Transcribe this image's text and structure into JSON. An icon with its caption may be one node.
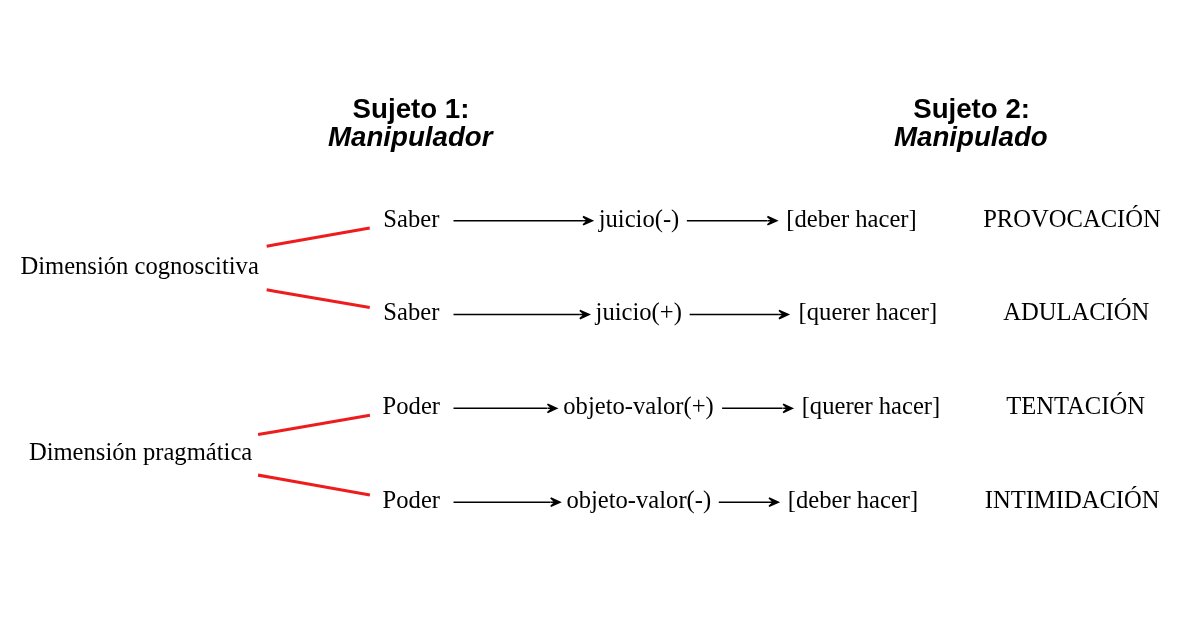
{
  "diagram": {
    "nodes": [
      {
        "text": [
          "Dimensión pragmática"
        ]
      },
      {
        "text": [
          "Poder"
        ]
      },
      {
        "text": [
          "objeto-valor(+)"
        ]
      },
      {
        "text": [
          "[querer hacer]"
        ],
        "beside": [
          "TENTACIÓN"
        ]
      },
      {
        "text": [
          "Poder"
        ]
      },
      {
        "text": [
          "objeto-valor(-)"
        ]
      },
      {
        "text": [
          "[deber hacer]"
        ],
        "beside": [
          "INTIMIDACIÓN"
        ]
      },
      {
        "text": [
          "Dimensión cognoscitiva"
        ]
      },
      {
        "text": [
          "Saber"
        ]
      },
      {
        "text": [
          "juicio(-)"
        ]
      },
      {
        "text": [
          "[deber hacer]"
        ],
        "beside": [
          "PROVOCACIÓN"
        ]
      },
      {
        "text": [
          "Saber"
        ]
      },
      {
        "text": [
          "juicio(+)"
        ]
      },
      {
        "text": [
          "[querer hacer]"
        ],
        "beside": [
          "ADULACIÓN"
        ]
      }
    ],
    "edges": [
      {
        "from": 0,
        "to": 1,
        "arrow": "none",
        "color": "#ee1c1c"
      },
      {
        "from": 1,
        "to": 2,
        "arrow": "to"
      },
      {
        "from": 2,
        "to": 3,
        "arrow": "to"
      },
      {
        "from": 0,
        "to": 4,
        "arrow": "none",
        "color": "#ee1c1c"
      },
      {
        "from": 4,
        "to": 5,
        "arrow": "to"
      },
      {
        "from": 5,
        "to": 6,
        "arrow": "to"
      },
      {
        "from": 7,
        "to": 8,
        "arrow": "none",
        "color": "#ee1c1c"
      },
      {
        "from": 8,
        "to": 9,
        "arrow": "to"
      },
      {
        "from": 9,
        "to": 10,
        "arrow": "to"
      },
      {
        "from": 7,
        "to": 11,
        "arrow": "none",
        "color": "#ee1c1c"
      },
      {
        "from": 11,
        "to": 12,
        "arrow": "to"
      },
      {
        "from": 12,
        "to": 13,
        "arrow": "to"
      }
    ],
    "labels": [
      "Sujeto 1:",
      "Manipulador",
      "Sujeto 2:",
      "Manipulado"
    ]
  }
}
